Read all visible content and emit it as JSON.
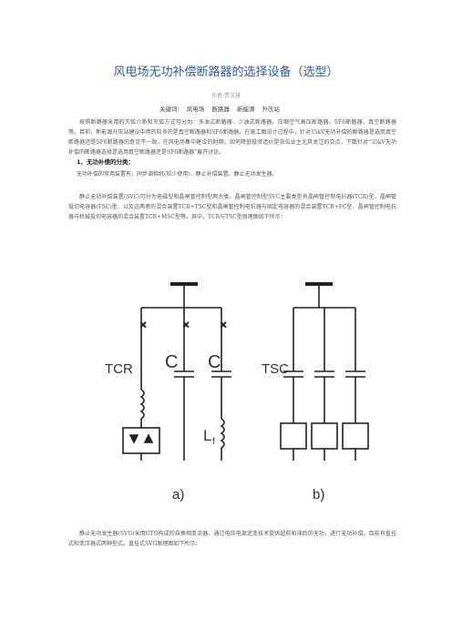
{
  "document": {
    "title": "风电场无功补偿断路器的选择设备（选型）",
    "author": "作者:贾文慧",
    "keywords_label": "关键词:",
    "keywords": [
      "风电场",
      "断路器",
      "新能源",
      "升压站"
    ],
    "intro": "按照断路器采用的灭弧介质和灭弧方式可分为：多油式断路器、少油式断路器、压缩空气高压断路器、SF6断路器、真空断路器等。目前，新能源升压站建设中用的较多的是真空断路器和SF6断路器。在施工图设计过程中，针对35kV无功补偿的断路器是选用真空断路器还是SF6断路器的意见不一致。在风电场集中建设的时期，如何降低投资造价是各位业主尤其关注的交点，下面针对“35kV无功补偿的断路器选择是选用真空断路器还是SF6断路器”展开讨论。",
    "section1_heading": "1、无功补偿的分类：",
    "section1_types": "无功补偿的常用装置有：同步调相机(较少使用)、静止补偿装置、静止无功发生器。",
    "svc_paragraph": "静止无功补偿装置(SVC)可分为电磁型和晶闸管控制型两大类。晶闸管控制型SVC主要类型有晶闸管控制电抗器(TCR)型、晶闸管投切电容器(TSC)型、以及这两者的混合装置TCR+TSC型和晶闸管控制电抗器与固定电容器的混合装置TCR+FC型、晶闸管控制电抗器与机械投切电容器的混合装置TCR+MSC型等。其中，TCR与TSC型原理图如下所示：",
    "svg_paragraph": "静止无功发生器(SVG)采用GTO构成的自换相变流器，通过电压电源逆变技术提供超前和滞后的无功，进行无功补偿。目前有直挂式和变压器式两种型式。直挂式SVG原理图如下所示："
  },
  "figure": {
    "label_tcr": "TCR",
    "label_c1": "C",
    "label_c2": "C",
    "label_lf": "L",
    "label_lf_sub": "f",
    "label_tsc": "TSC",
    "caption_a": "a)",
    "caption_b": "b)"
  }
}
